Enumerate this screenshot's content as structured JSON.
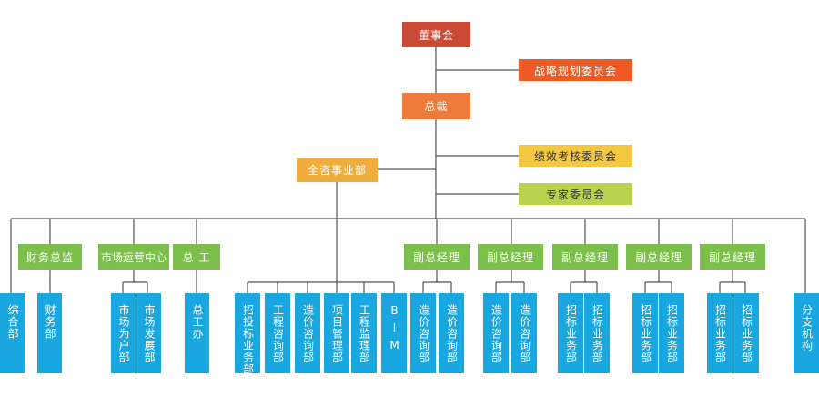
{
  "top": {
    "board": "董事会",
    "strategy": "战略规划委员会",
    "ceo": "总裁",
    "perf": "绩效考核委员会",
    "expert": "专家委员会",
    "consult": "全咨事业部"
  },
  "mid": {
    "finance": "财务总监",
    "market": "市场运营中心",
    "engineer": "总 工",
    "vp1": "副总经理",
    "vp2": "副总经理",
    "vp3": "副总经理",
    "vp4": "副总经理",
    "vp5": "副总经理"
  },
  "leaves": [
    "综合部",
    "财务部",
    "市场为户部",
    "市场发展部",
    "总工办",
    "招投标业务部",
    "工程咨询部",
    "造价咨询部",
    "项目管理部",
    "工程监理部",
    "BIM",
    "造价咨询部",
    "造价咨询部",
    "造价咨询部",
    "造价咨询部",
    "招标业务部",
    "招标业务部",
    "招标业务部",
    "招标业务部",
    "招标业务部",
    "招标业务部",
    "分支机构"
  ]
}
